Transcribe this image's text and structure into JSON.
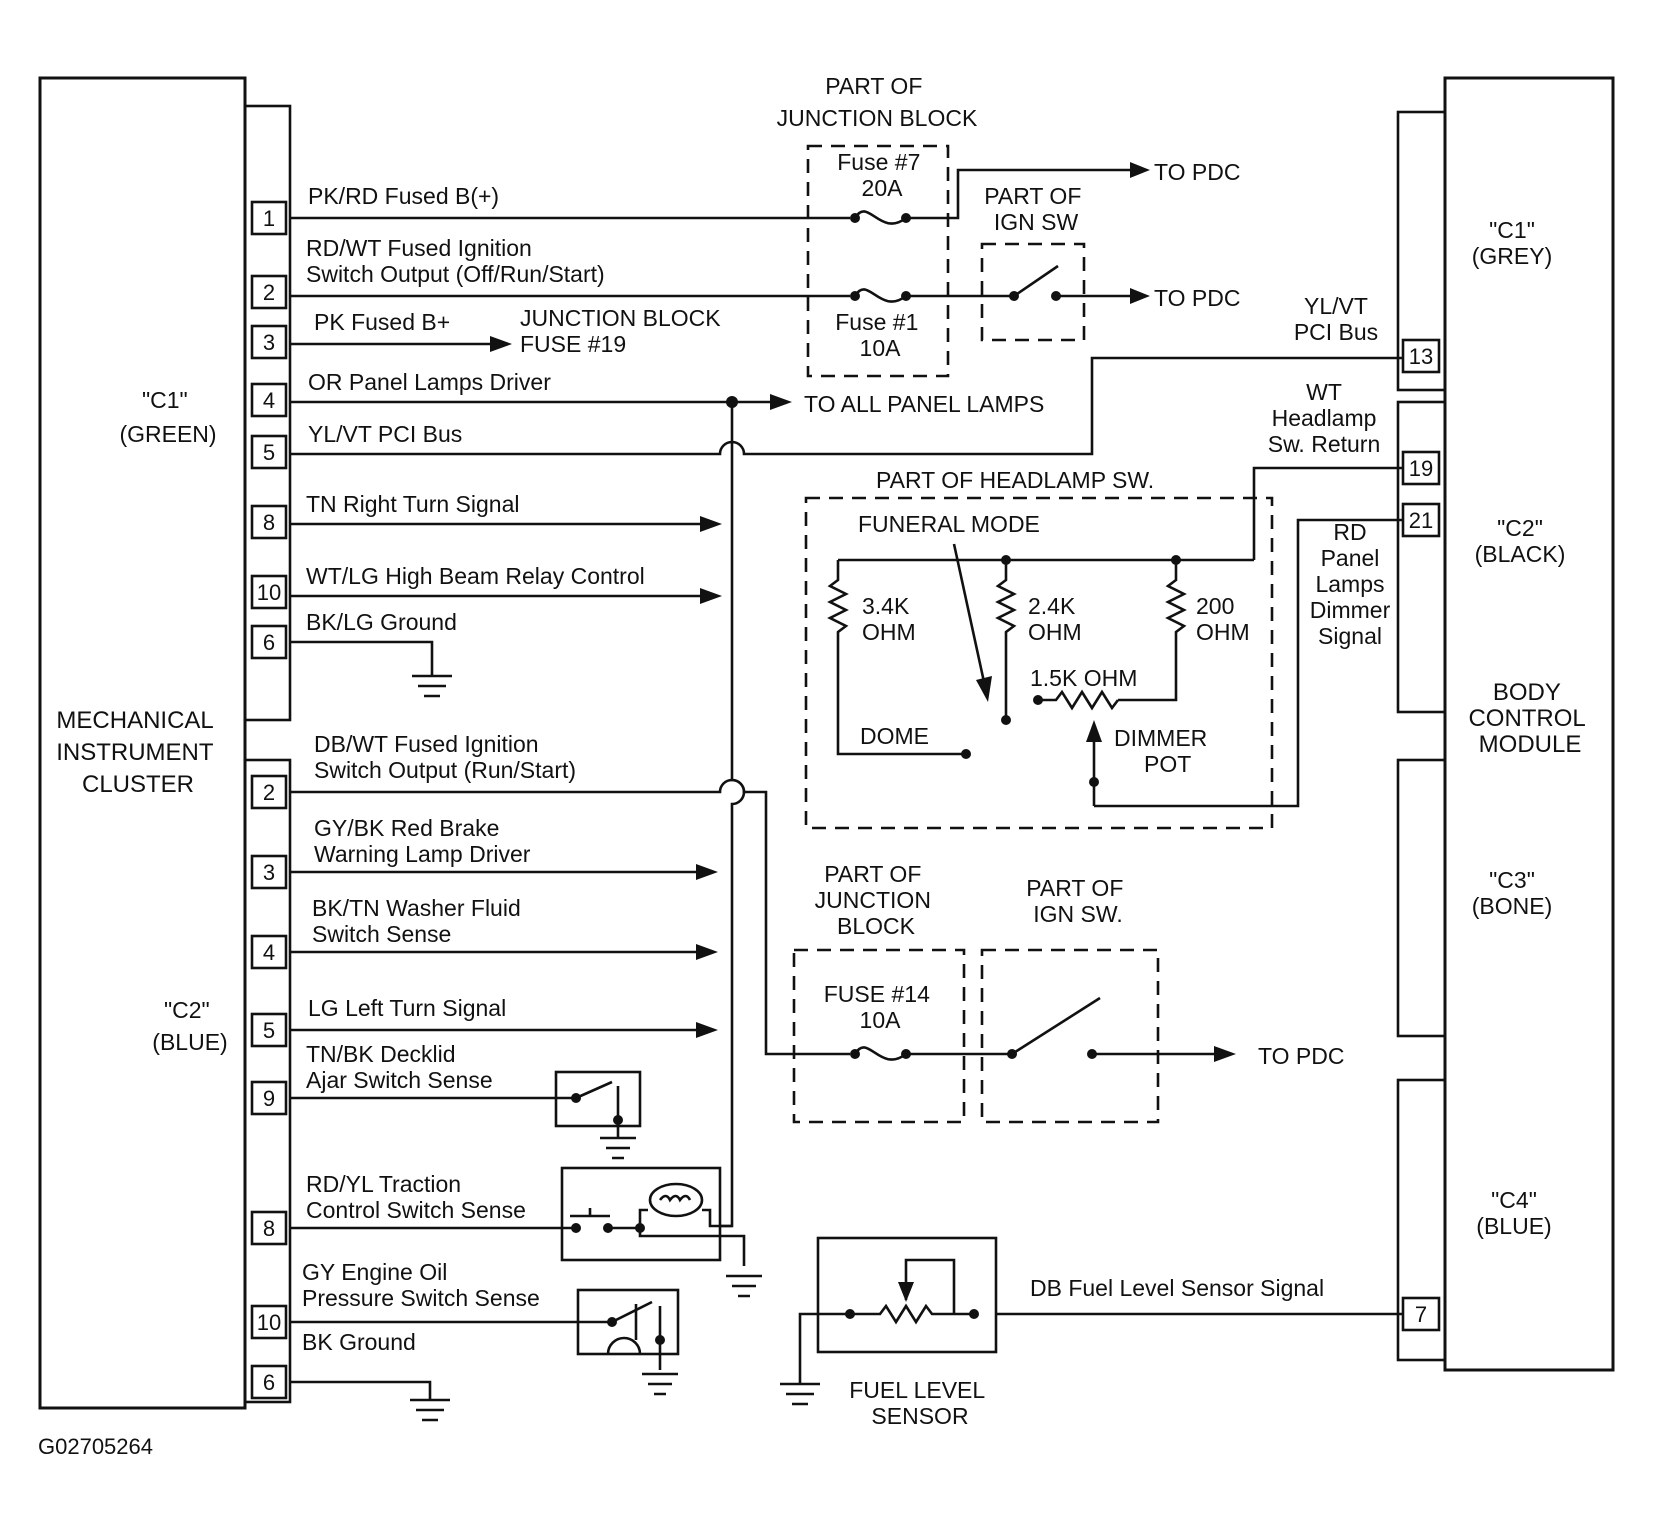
{
  "figure_id": "G02705264",
  "cluster": {
    "title": [
      "MECHANICAL",
      "INSTRUMENT",
      "CLUSTER"
    ],
    "c1_label": [
      "\"C1\"",
      "(GREEN)"
    ],
    "c2_label": [
      "\"C2\"",
      "(BLUE)"
    ]
  },
  "c1_pins": [
    {
      "pin": "1",
      "text": [
        "PK/RD Fused B(+)"
      ]
    },
    {
      "pin": "2",
      "text": [
        "RD/WT Fused Ignition",
        "Switch Output (Off/Run/Start)"
      ]
    },
    {
      "pin": "3",
      "text": [
        "PK  Fused B+"
      ]
    },
    {
      "pin": "4",
      "text": [
        "OR Panel Lamps Driver"
      ]
    },
    {
      "pin": "5",
      "text": [
        "YL/VT PCI Bus"
      ]
    },
    {
      "pin": "8",
      "text": [
        "TN Right Turn Signal"
      ]
    },
    {
      "pin": "10",
      "text": [
        "WT/LG High Beam Relay Control"
      ]
    },
    {
      "pin": "6",
      "text": [
        "BK/LG Ground"
      ]
    }
  ],
  "c2_pins": [
    {
      "pin": "2",
      "text": [
        "DB/WT Fused Ignition",
        "Switch Output (Run/Start)"
      ]
    },
    {
      "pin": "3",
      "text": [
        "GY/BK Red Brake",
        "Warning Lamp Driver"
      ]
    },
    {
      "pin": "4",
      "text": [
        "BK/TN Washer Fluid",
        "Switch Sense"
      ]
    },
    {
      "pin": "5",
      "text": [
        "LG Left Turn Signal"
      ]
    },
    {
      "pin": "9",
      "text": [
        "TN/BK Decklid",
        "Ajar Switch Sense"
      ]
    },
    {
      "pin": "8",
      "text": [
        "RD/YL Traction",
        "Control Switch Sense"
      ]
    },
    {
      "pin": "10",
      "text": [
        "GY Engine Oil",
        "Pressure Switch Sense"
      ]
    },
    {
      "pin": "6",
      "text": [
        "BK Ground"
      ]
    }
  ],
  "junction_block_top": {
    "title": [
      "PART OF",
      "JUNCTION BLOCK"
    ],
    "fuse7": [
      "Fuse #7",
      "20A"
    ],
    "fuse1": [
      "Fuse #1",
      "10A"
    ],
    "fuse19": [
      "JUNCTION BLOCK",
      "FUSE #19"
    ]
  },
  "ign_sw_top": [
    "PART OF",
    "IGN SW"
  ],
  "to_pdc": "TO PDC",
  "to_all_panel_lamps": "TO ALL PANEL LAMPS",
  "headlamp_sw": {
    "title": "PART OF HEADLAMP SW.",
    "funeral_mode": "FUNERAL MODE",
    "r1": [
      "3.4K",
      "OHM"
    ],
    "r2": [
      "2.4K",
      "OHM"
    ],
    "r3": [
      "200",
      "OHM"
    ],
    "r4": "1.5K OHM",
    "dome": "DOME",
    "dimmer_pot": [
      "DIMMER",
      "POT"
    ]
  },
  "junction_block_bottom": {
    "title": [
      "PART OF",
      "JUNCTION",
      "BLOCK"
    ],
    "fuse14": [
      "FUSE #14",
      "10A"
    ]
  },
  "ign_sw_bottom": [
    "PART OF",
    "IGN SW."
  ],
  "fuel_level_sensor": [
    "FUEL LEVEL",
    "SENSOR"
  ],
  "bcm": {
    "title": [
      "BODY",
      "CONTROL",
      "MODULE"
    ],
    "c1": [
      "\"C1\"",
      "(GREY)"
    ],
    "c2": [
      "\"C2\"",
      "(BLACK)"
    ],
    "c3": [
      "\"C3\"",
      "(BONE)"
    ],
    "c4": [
      "\"C4\"",
      "(BLUE)"
    ],
    "pins": {
      "p13": {
        "pin": "13",
        "text": [
          "YL/VT",
          "PCI Bus"
        ]
      },
      "p19": {
        "pin": "19",
        "text": [
          "WT",
          "Headlamp",
          "Sw. Return"
        ]
      },
      "p21": {
        "pin": "21",
        "text": [
          "RD",
          "Panel",
          "Lamps",
          "Dimmer",
          "Signal"
        ]
      },
      "p7": {
        "pin": "7",
        "text": [
          "DB Fuel Level Sensor Signal"
        ]
      }
    }
  }
}
